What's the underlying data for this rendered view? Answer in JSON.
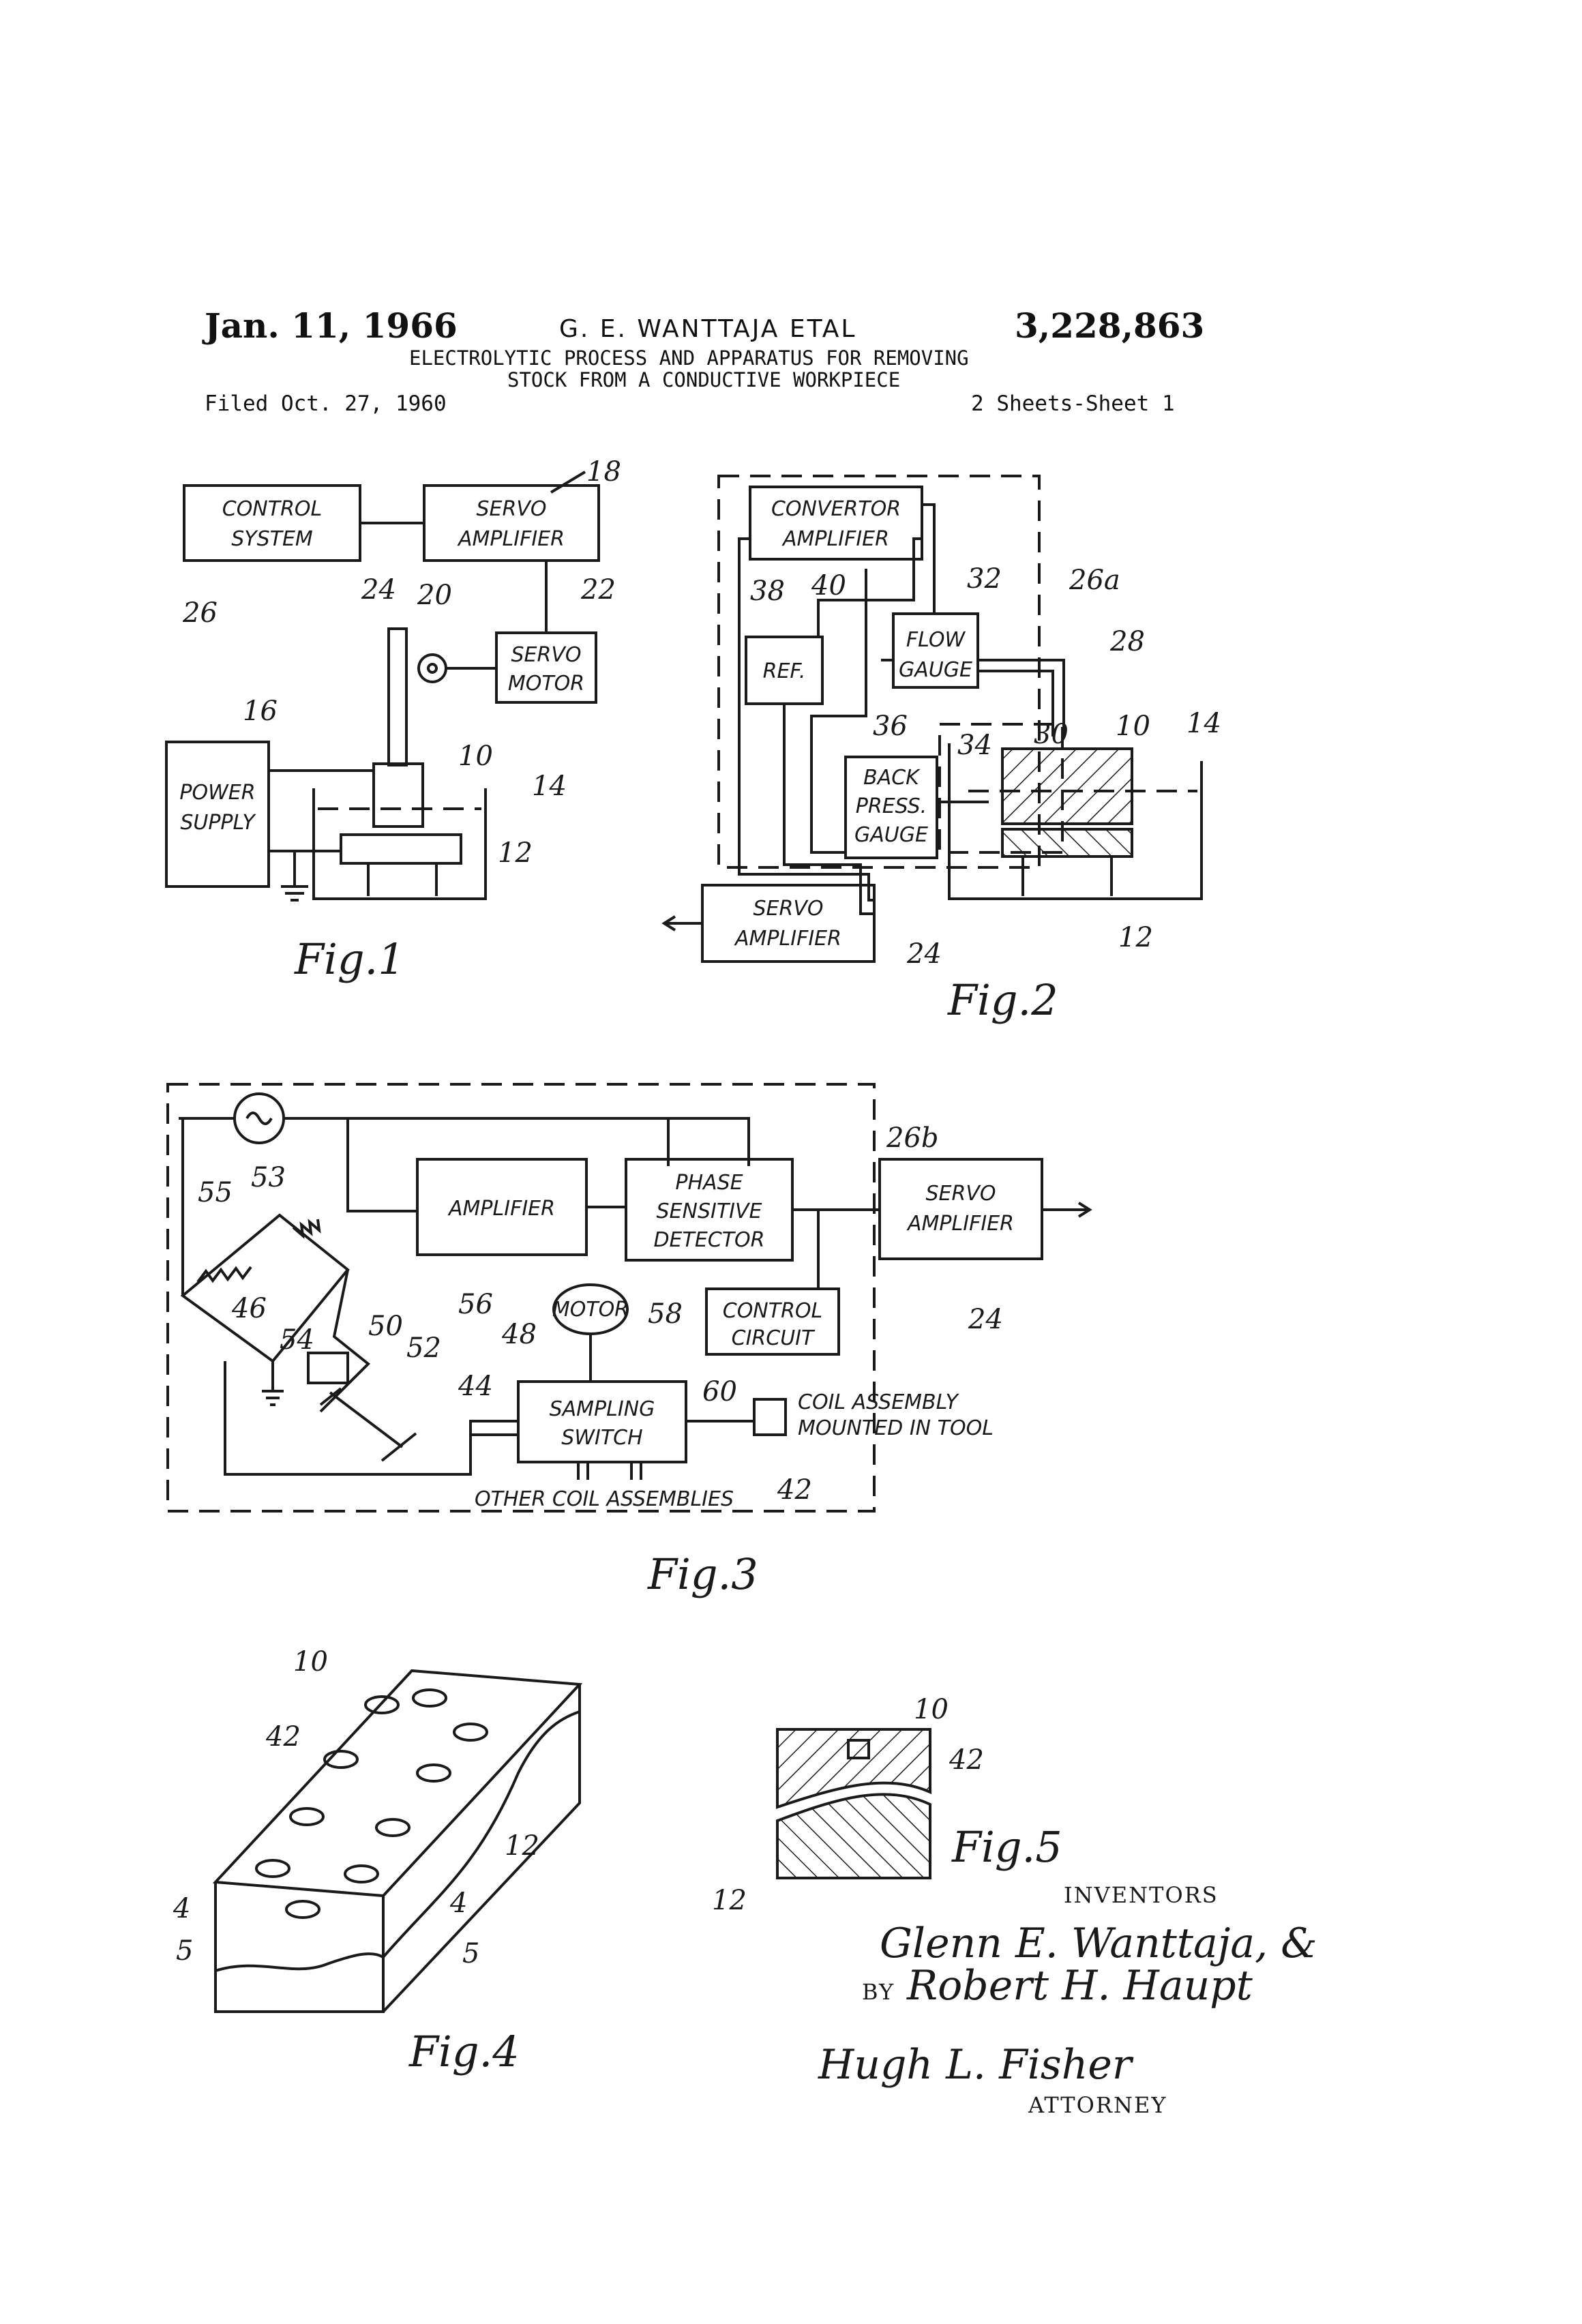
{
  "header": {
    "date": "Jan. 11, 1966",
    "inventor": "G. E. WANTTAJA ETAL",
    "patent_number": "3,228,863",
    "title_line1": "ELECTROLYTIC PROCESS AND APPARATUS FOR REMOVING",
    "title_line2": "STOCK FROM A CONDUCTIVE WORKPIECE",
    "filed": "Filed Oct. 27, 1960",
    "sheets": "2 Sheets-Sheet 1"
  },
  "fig1": {
    "caption": "Fig.1",
    "blocks": {
      "control_system_1": "CONTROL",
      "control_system_2": "SYSTEM",
      "servo_amp_1": "SERVO",
      "servo_amp_2": "AMPLIFIER",
      "servo_motor_1": "SERVO",
      "servo_motor_2": "MOTOR",
      "power_supply_1": "POWER",
      "power_supply_2": "SUPPLY"
    },
    "refs": {
      "r18": "18",
      "r26": "26",
      "r24": "24",
      "r20": "20",
      "r22": "22",
      "r16": "16",
      "r10": "10",
      "r14": "14",
      "r12": "12"
    }
  },
  "fig2": {
    "caption": "Fig.2",
    "blocks": {
      "converter_1": "CONVERTOR",
      "converter_2": "AMPLIFIER",
      "ref": "REF.",
      "flow_1": "FLOW",
      "flow_2": "GAUGE",
      "back_1": "BACK",
      "back_2": "PRESS.",
      "back_3": "GAUGE",
      "servo_1": "SERVO",
      "servo_2": "AMPLIFIER"
    },
    "refs": {
      "r38": "38",
      "r40": "40",
      "r32": "32",
      "r26a": "26a",
      "r28": "28",
      "r36": "36",
      "r34": "34",
      "r30": "30",
      "r10": "10",
      "r14": "14",
      "r12": "12",
      "r24": "24"
    }
  },
  "fig3": {
    "caption": "Fig.3",
    "blocks": {
      "amplifier": "AMPLIFIER",
      "phase_1": "PHASE",
      "phase_2": "SENSITIVE",
      "phase_3": "DETECTOR",
      "servo_1": "SERVO",
      "servo_2": "AMPLIFIER",
      "control_1": "CONTROL",
      "control_2": "CIRCUIT",
      "motor": "MOTOR",
      "sampling_1": "SAMPLING",
      "sampling_2": "SWITCH",
      "coil_1": "COIL ASSEMBLY",
      "coil_2": "MOUNTED IN TOOL",
      "other_coils": "OTHER COIL ASSEMBLIES"
    },
    "refs": {
      "r26b": "26b",
      "r55": "55",
      "r53": "53",
      "r46": "46",
      "r54": "54",
      "r50": "50",
      "r52": "52",
      "r56": "56",
      "r48": "48",
      "r58": "58",
      "r44": "44",
      "r60": "60",
      "r42": "42",
      "r24": "24"
    }
  },
  "fig4": {
    "caption": "Fig.4",
    "refs": {
      "r10": "10",
      "r42": "42",
      "r12": "12",
      "r4l": "4",
      "r5l": "5",
      "r4r": "4",
      "r5r": "5"
    }
  },
  "fig5": {
    "caption": "Fig.5",
    "refs": {
      "r10": "10",
      "r42": "42",
      "r12": "12"
    }
  },
  "signature": {
    "inventors_label": "INVENTORS",
    "name1": "Glenn E. Wanttaja, &",
    "by": "BY",
    "name2": "Robert H. Haupt",
    "attorney_sig": "Hugh L. Fisher",
    "attorney_label": "ATTORNEY"
  }
}
